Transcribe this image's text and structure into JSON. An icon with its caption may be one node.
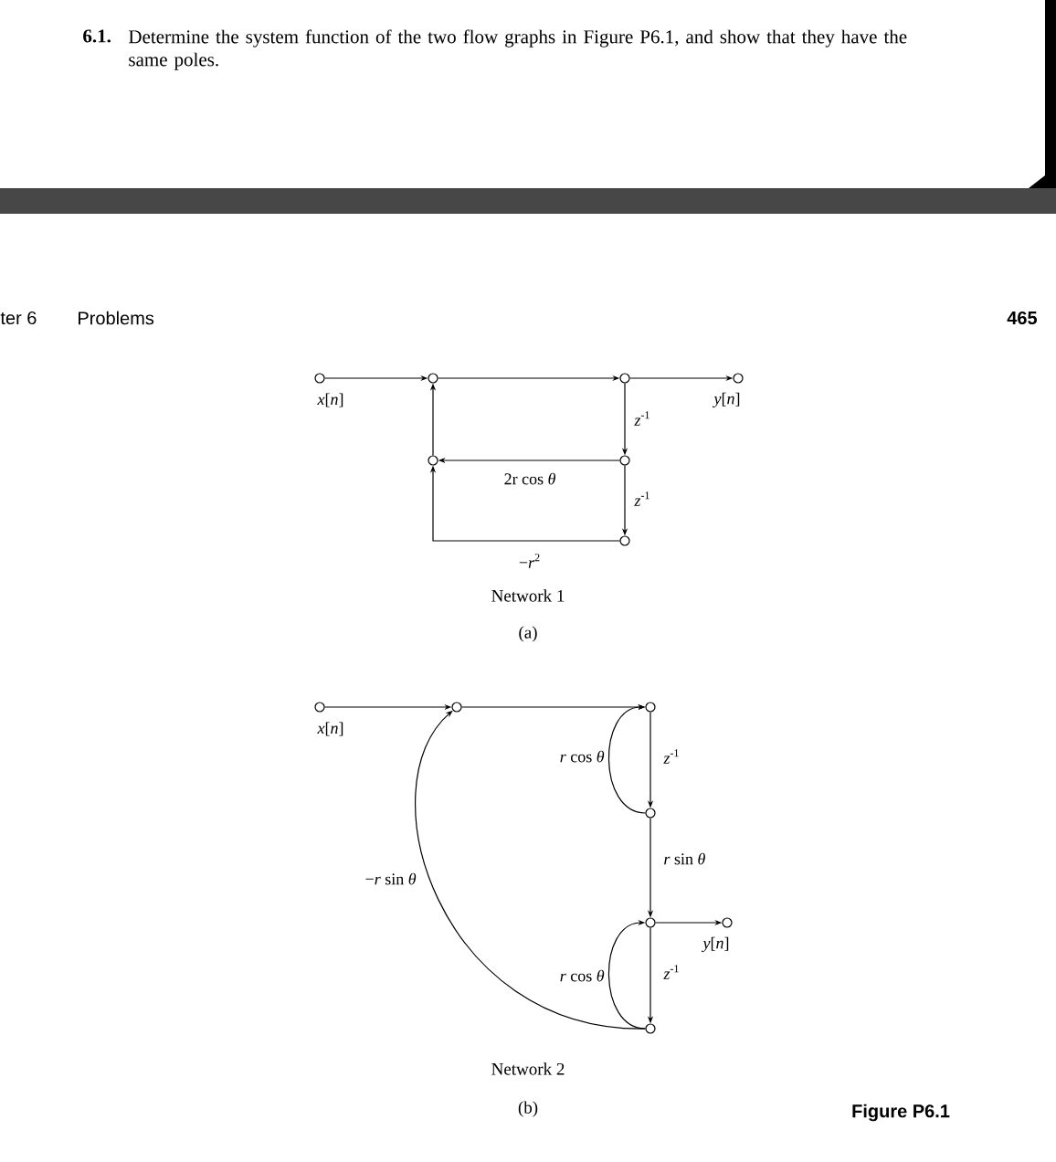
{
  "diagram": {
    "nodes": [
      {
        "text": [],
        "shape": "circle",
        "beside": [
          "*x*[*n*]"
        ]
      },
      {
        "text": [],
        "shape": "circle"
      },
      {
        "text": [],
        "shape": "circle"
      },
      {
        "text": [],
        "shape": "circle",
        "beside": [
          "*y*[*n*]"
        ]
      },
      {
        "text": [],
        "shape": "circle"
      },
      {
        "text": [],
        "shape": "circle"
      },
      {
        "text": [],
        "shape": "circle"
      },
      {
        "text": [],
        "shape": "circle",
        "beside": [
          "*x*[*n*]"
        ]
      },
      {
        "text": [],
        "shape": "circle"
      },
      {
        "text": [],
        "shape": "circle"
      },
      {
        "text": [],
        "shape": "circle"
      },
      {
        "text": [],
        "shape": "circle"
      },
      {
        "text": [],
        "shape": "circle",
        "beside": [
          "*y*[*n*]"
        ]
      },
      {
        "text": [],
        "shape": "circle"
      }
    ],
    "edges": [
      {
        "from": 0,
        "to": 1,
        "arrow": "to"
      },
      {
        "from": 1,
        "to": 2,
        "arrow": "to"
      },
      {
        "from": 2,
        "to": 3,
        "arrow": "to"
      },
      {
        "from": 2,
        "to": 5,
        "arrow": "to",
        "label": "*z*$^{-1}$"
      },
      {
        "from": 5,
        "to": 6,
        "arrow": "to",
        "label": "*z*$^{-1}$"
      },
      {
        "from": 5,
        "to": 4,
        "arrow": "to",
        "label": "2r cos *θ*"
      },
      {
        "from": 6,
        "to": 4,
        "arrow": "to",
        "label": "−*r*$^{2}$"
      },
      {
        "from": 4,
        "to": 1,
        "arrow": "to"
      },
      {
        "from": 7,
        "to": 8,
        "arrow": "to"
      },
      {
        "from": 8,
        "to": 9,
        "arrow": "to"
      },
      {
        "from": 9,
        "to": 10,
        "arrow": "to",
        "label": "*z*$^{-1}$"
      },
      {
        "from": 10,
        "to": 9,
        "arrow": "to",
        "label": "*r* cos *θ*"
      },
      {
        "from": 10,
        "to": 11,
        "arrow": "to",
        "label": "*r* sin *θ*"
      },
      {
        "from": 11,
        "to": 12,
        "arrow": "to"
      },
      {
        "from": 11,
        "to": 13,
        "arrow": "to",
        "label": "*z*$^{-1}$"
      },
      {
        "from": 13,
        "to": 11,
        "arrow": "to",
        "label": "*r* cos *θ*"
      },
      {
        "from": 13,
        "to": 8,
        "arrow": "to",
        "label": "−*r* sin *θ*"
      }
    ],
    "labels": [
      "6.1.",
      "Determine the system function of the two flow graphs in Figure P6.1, and show that they have the same poles.",
      "ter 6",
      "Problems",
      "465",
      "Network 1",
      "(a)",
      "Network 2",
      "(b)",
      "Figure P6.1"
    ]
  }
}
